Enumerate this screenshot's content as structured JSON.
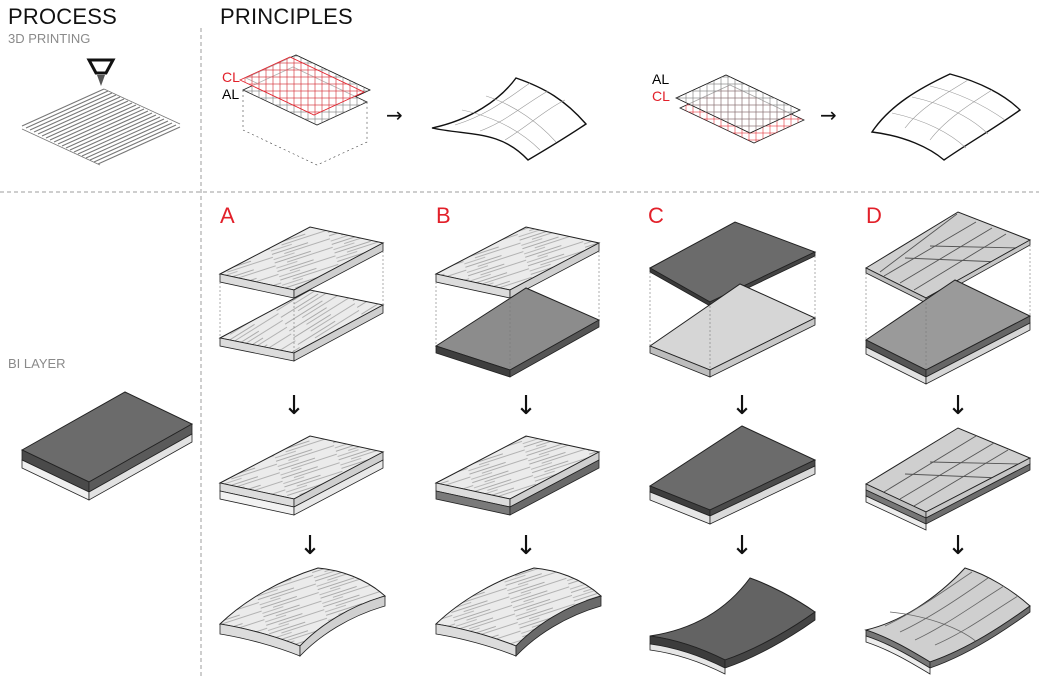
{
  "headers": {
    "process": "PROCESS",
    "principles": "PRINCIPLES"
  },
  "rows": {
    "printing": "3D PRINTING",
    "bilayer": "BI LAYER"
  },
  "principle_labels": {
    "left_top": "CL",
    "left_bottom": "AL",
    "right_top": "AL",
    "right_bottom": "CL"
  },
  "columns": [
    {
      "label": "A"
    },
    {
      "label": "B"
    },
    {
      "label": "C"
    },
    {
      "label": "D"
    }
  ],
  "colors": {
    "accent_red": "#e2202a",
    "dark_layer": "#6b6b6b",
    "mid_layer": "#9a9a9a",
    "light_layer": "#d9d9d9",
    "divider": "#9d9d9d"
  }
}
